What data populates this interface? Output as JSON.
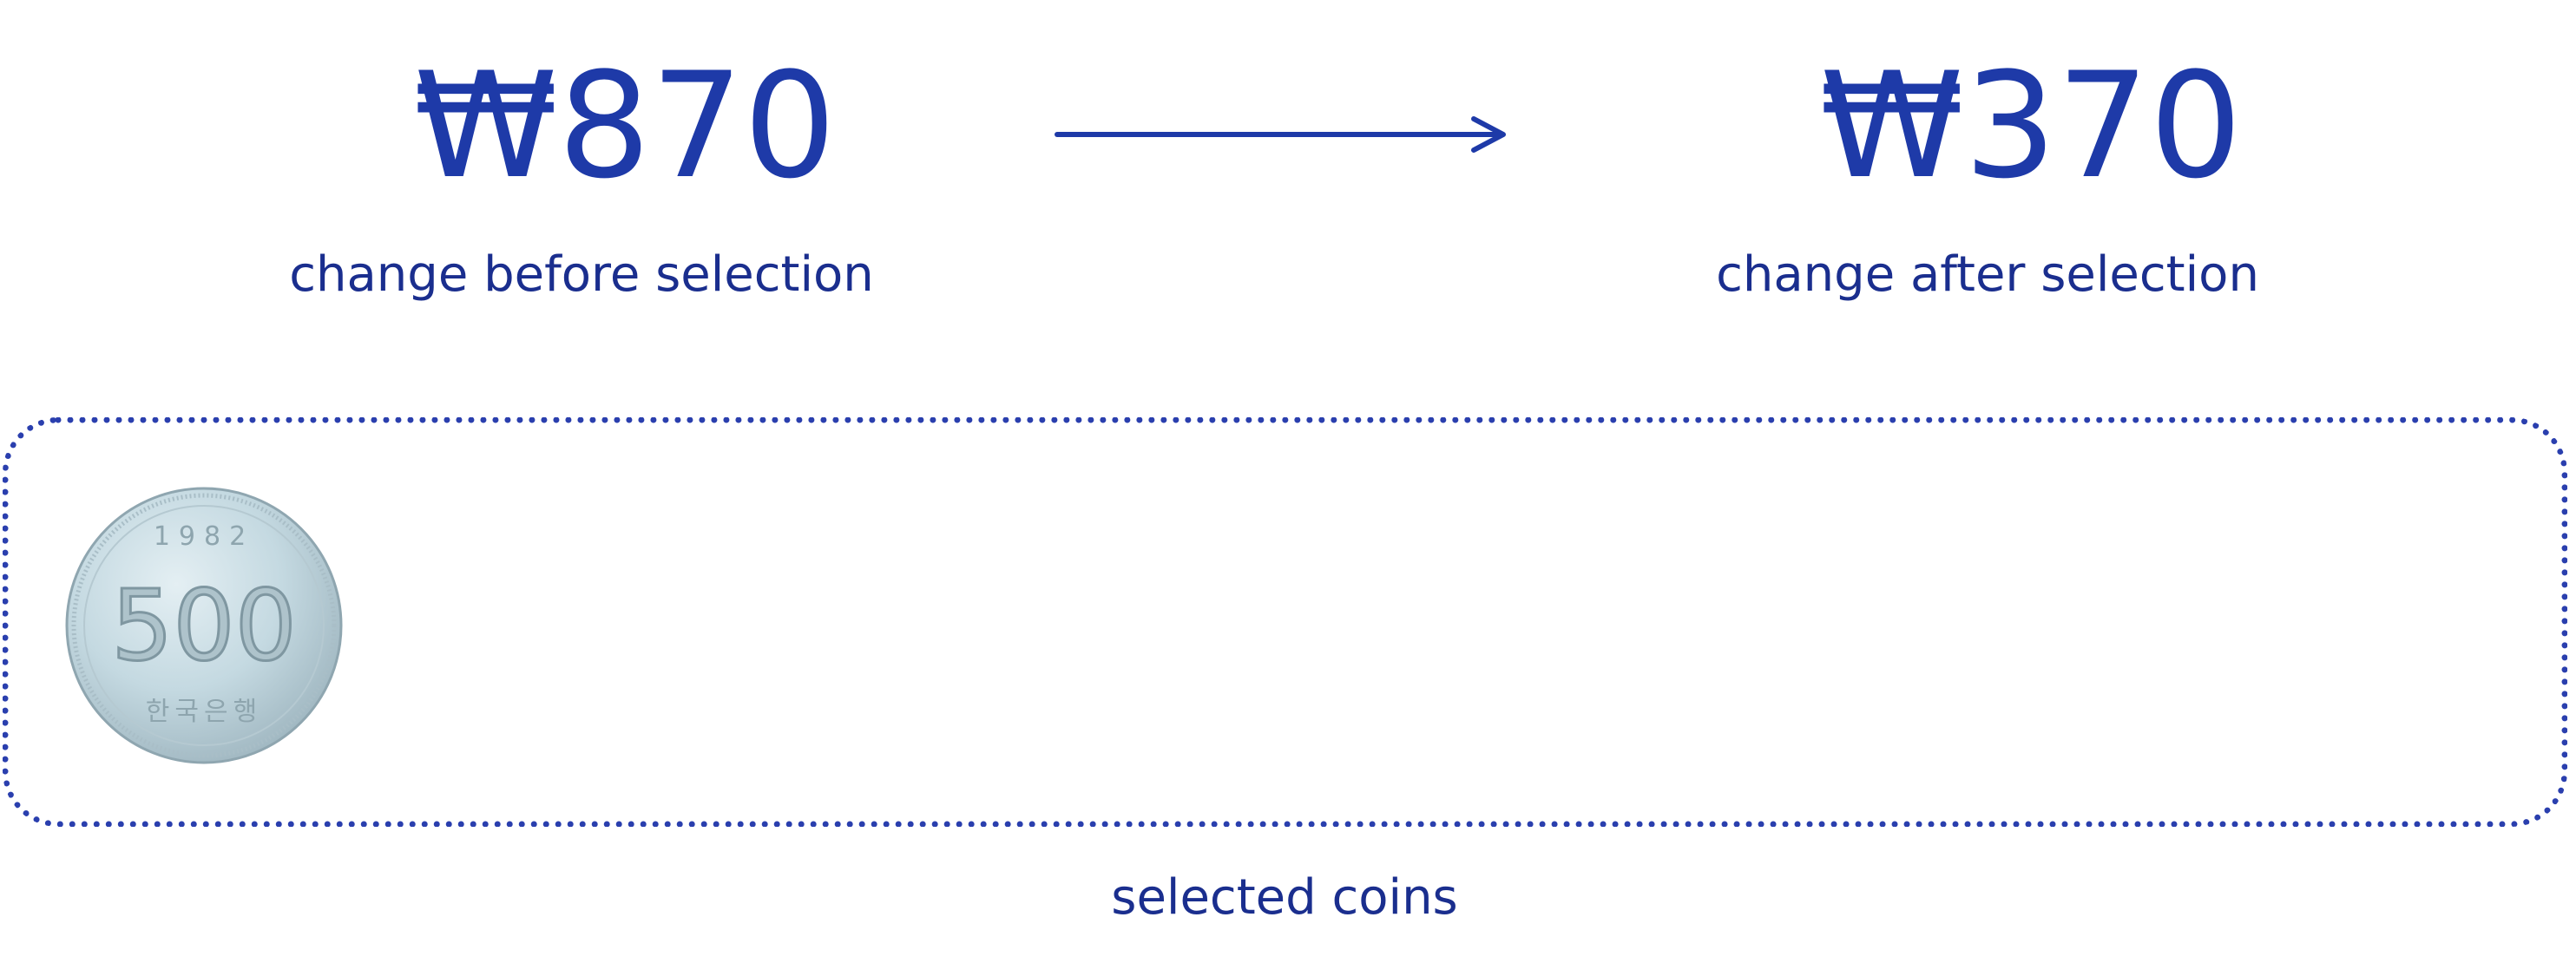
{
  "change_before": {
    "amount": "₩870",
    "label": "change before selection"
  },
  "change_after": {
    "amount": "₩370",
    "label": "change after selection"
  },
  "selected": {
    "label": "selected coins",
    "coins": [
      {
        "denomination": "500",
        "year": "1982",
        "inscription": "한국은행"
      }
    ]
  },
  "colors": {
    "accent": "#1e3aa8",
    "text": "#1a2e8e",
    "coin": "#c9dde4"
  },
  "icons": {
    "arrow": "arrow-right-icon",
    "coin": "coin-500-icon"
  }
}
